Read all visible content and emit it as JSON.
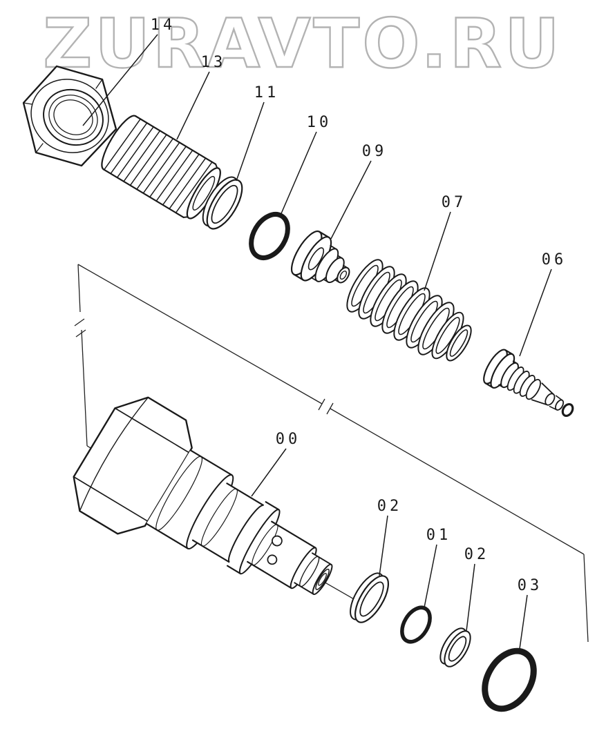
{
  "watermark": {
    "text": "ZURAVTO.RU"
  },
  "callouts": [
    {
      "label": "14"
    },
    {
      "label": "13"
    },
    {
      "label": "11"
    },
    {
      "label": "10"
    },
    {
      "label": "09"
    },
    {
      "label": "07"
    },
    {
      "label": "06"
    },
    {
      "label": "00"
    },
    {
      "label": "02"
    },
    {
      "label": "01"
    },
    {
      "label": "02"
    },
    {
      "label": "03"
    }
  ],
  "colors": {
    "line": "#1a1a1a",
    "watermark": "#b3b3b3",
    "background": "#ffffff"
  }
}
